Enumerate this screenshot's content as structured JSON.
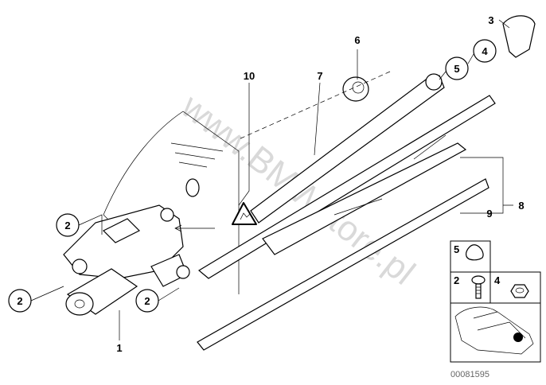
{
  "diagram": {
    "title": "Rear window wiper parts diagram",
    "watermark": "www.BMWstore.pl",
    "drawing_code": "00081595",
    "callouts": {
      "motor": "1",
      "screw_a": "2",
      "screw_b": "2",
      "screw_c": "2",
      "cap": "3",
      "nut": "4",
      "washer": "5",
      "grommet": "6",
      "wiper_arm": "7",
      "wiper_blade": "8",
      "wiper_rubber": "9",
      "warning_label": "10"
    },
    "legend": {
      "washer": "5",
      "screw": "2",
      "nut": "4"
    }
  }
}
